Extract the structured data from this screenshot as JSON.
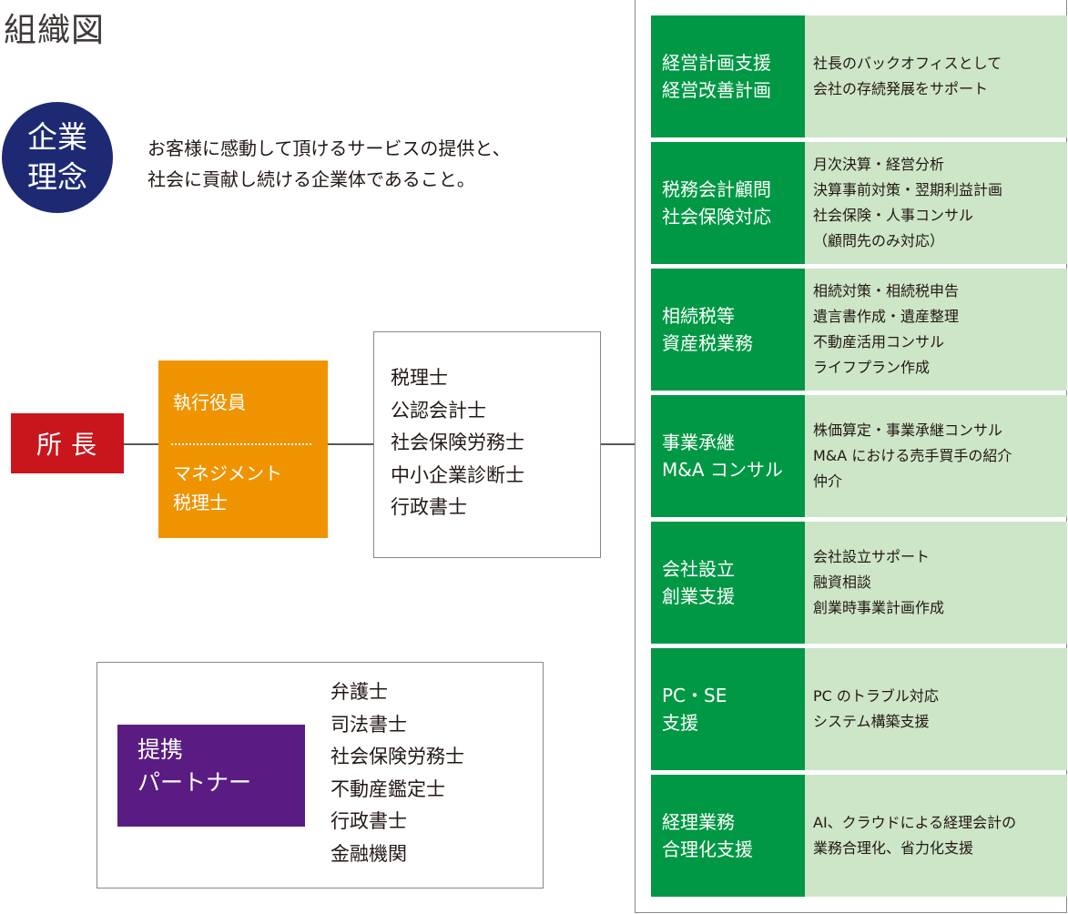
{
  "page_title": "組織図",
  "philosophy": {
    "badge": "企業\n理念",
    "text": "お客様に感動して頂けるサービスの提供と、\n社会に貢献し続ける企業体であること。"
  },
  "president": "所長",
  "executive": {
    "top": "執行役員",
    "bottom": "マネジメント\n税理士"
  },
  "qualifications": [
    "税理士",
    "公認会計士",
    "社会保険労務士",
    "中小企業診断士",
    "行政書士"
  ],
  "services": [
    {
      "title": "経営計画支援\n経営改善計画",
      "desc": "社長のバックオフィスとして\n会社の存続発展をサポート"
    },
    {
      "title": "税務会計顧問\n社会保険対応",
      "desc": "月次決算・経営分析\n決算事前対策・翌期利益計画\n社会保険・人事コンサル\n（顧問先のみ対応）"
    },
    {
      "title": "相続税等\n資産税業務",
      "desc": "相続対策・相続税申告\n遺言書作成・遺産整理\n不動産活用コンサル\nライフプラン作成"
    },
    {
      "title": "事業承継\nM&A コンサル",
      "desc": "株価算定・事業承継コンサル\nM&A における売手買手の紹介\n仲介"
    },
    {
      "title": "会社設立\n創業支援",
      "desc": "会社設立サポート\n融資相談\n創業時事業計画作成"
    },
    {
      "title": "PC・SE\n支援",
      "desc": "PC のトラブル対応\nシステム構築支援"
    },
    {
      "title": "経理業務\n合理化支援",
      "desc": "AI、クラウドによる経理会計の\n業務合理化、省力化支援"
    }
  ],
  "partners": {
    "label": "提携\nパートナー",
    "items": [
      "弁護士",
      "司法書士",
      "社会保険労務士",
      "不動産鑑定士",
      "行政書士",
      "金融機関"
    ]
  }
}
